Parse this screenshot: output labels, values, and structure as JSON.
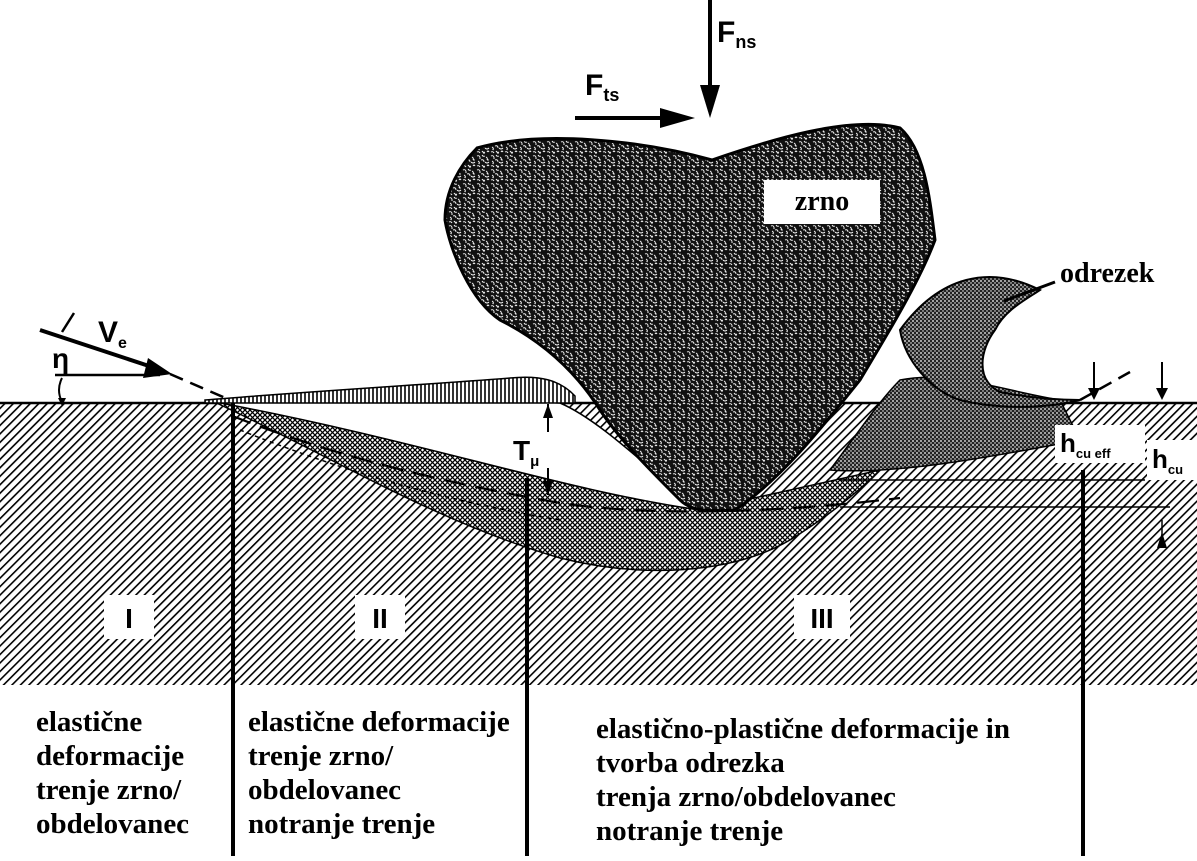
{
  "labels": {
    "force_normal_main": "F",
    "force_normal_sub": "ns",
    "force_tangential_main": "F",
    "force_tangential_sub": "ts",
    "grain": "zrno",
    "chip": "odrezek",
    "velocity_main": "V",
    "velocity_sub": "e",
    "angle": "η",
    "friction_depth_main": "T",
    "friction_depth_sub": "μ",
    "cut_depth_eff_main": "h",
    "cut_depth_eff_sub": "cu eff",
    "cut_depth_main": "h",
    "cut_depth_sub": "cu"
  },
  "zones": [
    {
      "id": "I",
      "label": "I",
      "description": "elastične\ndeformacije\ntrenje zrno/\nobdelovanec"
    },
    {
      "id": "II",
      "label": "II",
      "description": "elastične deformacije\ntrenje zrno/\nobdelovanec\nnotranje trenje"
    },
    {
      "id": "III",
      "label": "III",
      "description": "elastično-plastične deformacije in\ntvorba odrezka\ntrenja zrno/obdelovanec\nnotranje trenje"
    }
  ]
}
